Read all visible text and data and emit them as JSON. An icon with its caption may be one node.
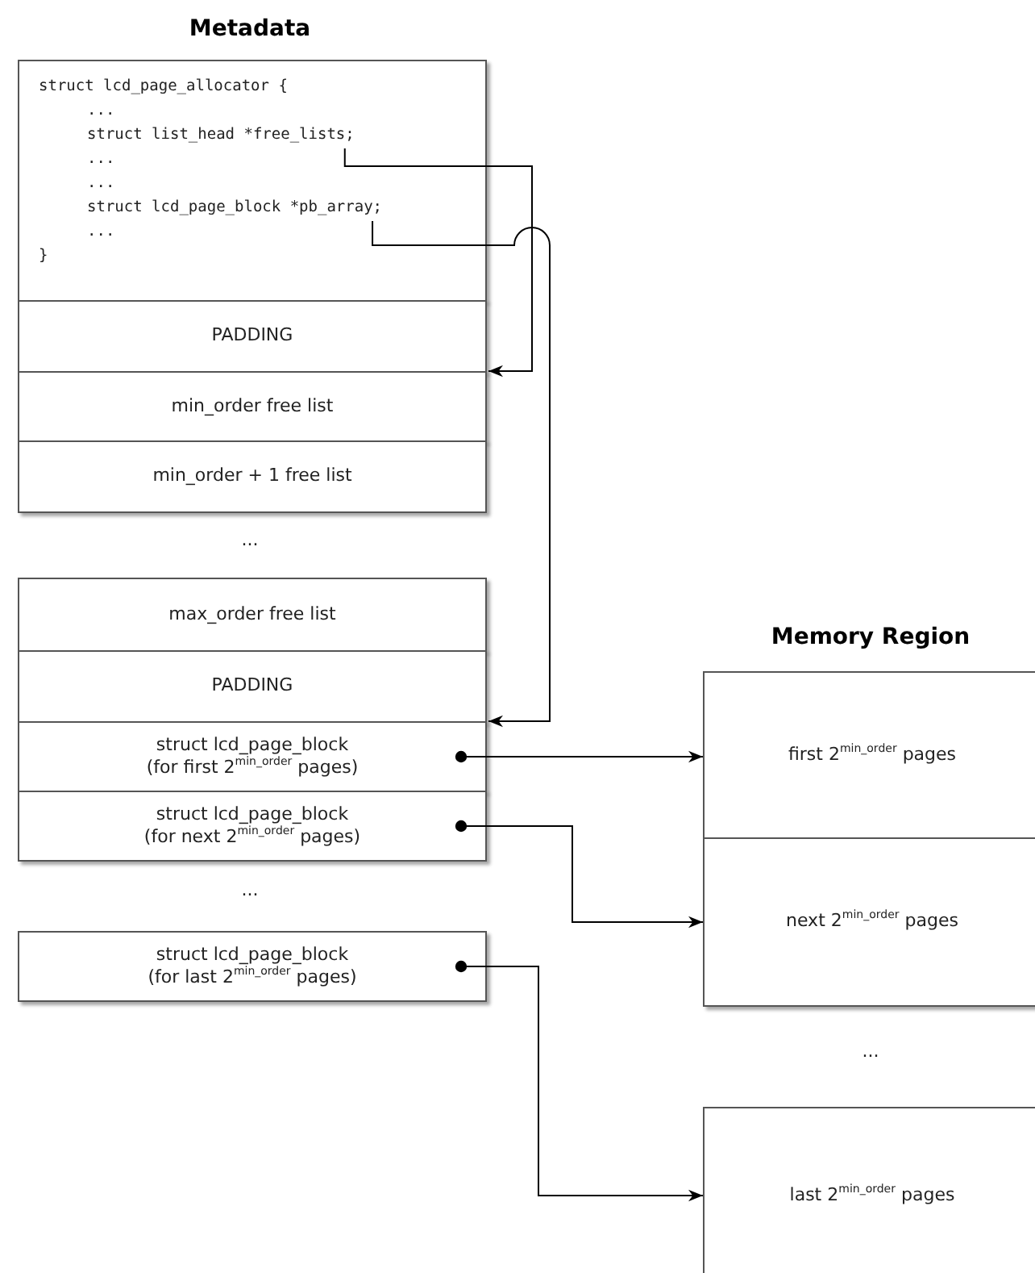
{
  "diagram": {
    "nodes": [
      {
        "text": [
          "struct lcd_page_allocator {",
          "...",
          "struct list_head *free_lists;",
          "...",
          "...",
          "struct lcd_page_block *pb_array;",
          "...",
          "}"
        ]
      },
      {
        "text": [
          "PADDING"
        ]
      },
      {
        "text": [
          "min_order free list"
        ]
      },
      {
        "text": [
          "min_order + 1 free list"
        ]
      },
      {
        "text": [
          "max_order free list"
        ]
      },
      {
        "text": [
          "PADDING"
        ]
      },
      {
        "text": [
          "struct lcd_page_block",
          "(for first 2$^{min_order}$ pages)"
        ]
      },
      {
        "text": [
          "struct lcd_page_block",
          "(for next 2$^{min_order}$ pages)"
        ]
      },
      {
        "text": [
          "struct lcd_page_block",
          "(for last 2$^{min_order}$ pages)"
        ]
      },
      {
        "text": [
          "first 2$^{min_order}$ pages"
        ]
      },
      {
        "text": [
          "next 2$^{min_order}$ pages"
        ]
      },
      {
        "text": [
          "last 2$^{min_order}$ pages"
        ]
      }
    ],
    "edges": [
      {
        "from": 0,
        "to": 2,
        "arrow": "to"
      },
      {
        "from": 0,
        "to": 6,
        "arrow": "to"
      },
      {
        "from": 6,
        "to": 9,
        "arrow": "to"
      },
      {
        "from": 7,
        "to": 10,
        "arrow": "to"
      },
      {
        "from": 8,
        "to": 11,
        "arrow": "to"
      }
    ],
    "labels": [
      "Metadata",
      "...",
      "Memory Region",
      "...",
      "..."
    ]
  }
}
